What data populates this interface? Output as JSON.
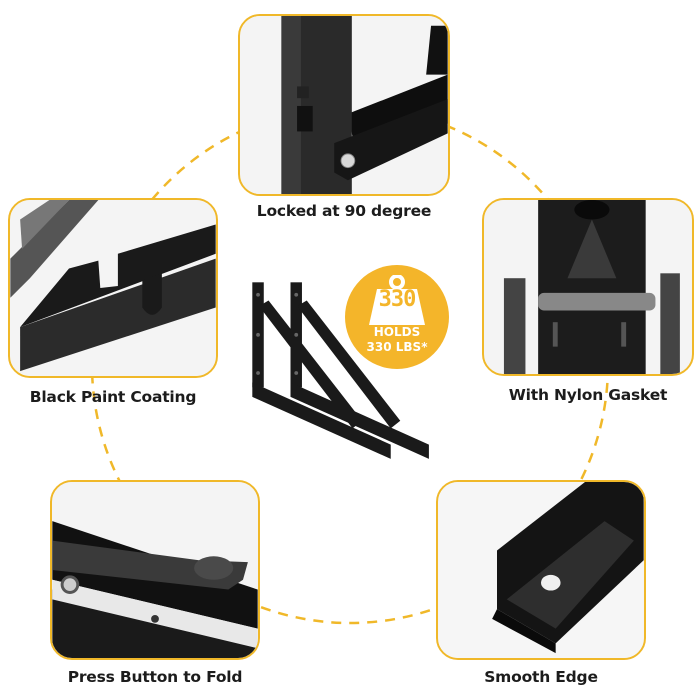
{
  "colors": {
    "accent": "#f0b829",
    "badge": "#f4b52a",
    "text": "#1c1c1c",
    "product": "#1a1a1a"
  },
  "badge": {
    "weight_number": "330",
    "line1": "HOLDS",
    "line2": "330 LBS*",
    "icon": "weight-icon"
  },
  "features": [
    {
      "id": "locked",
      "caption": "Locked at 90 degree",
      "icon": "bracket-hinge-closeup"
    },
    {
      "id": "paint",
      "caption": "Black Paint Coating",
      "icon": "bracket-coating-closeup"
    },
    {
      "id": "gasket",
      "caption": "With Nylon Gasket",
      "icon": "bracket-gasket-closeup"
    },
    {
      "id": "fold",
      "caption": "Press Button to Fold",
      "icon": "bracket-button-closeup"
    },
    {
      "id": "edge",
      "caption": "Smooth Edge",
      "icon": "bracket-edge-closeup"
    }
  ],
  "center_product": {
    "label": "folding-shelf-bracket-pair"
  }
}
